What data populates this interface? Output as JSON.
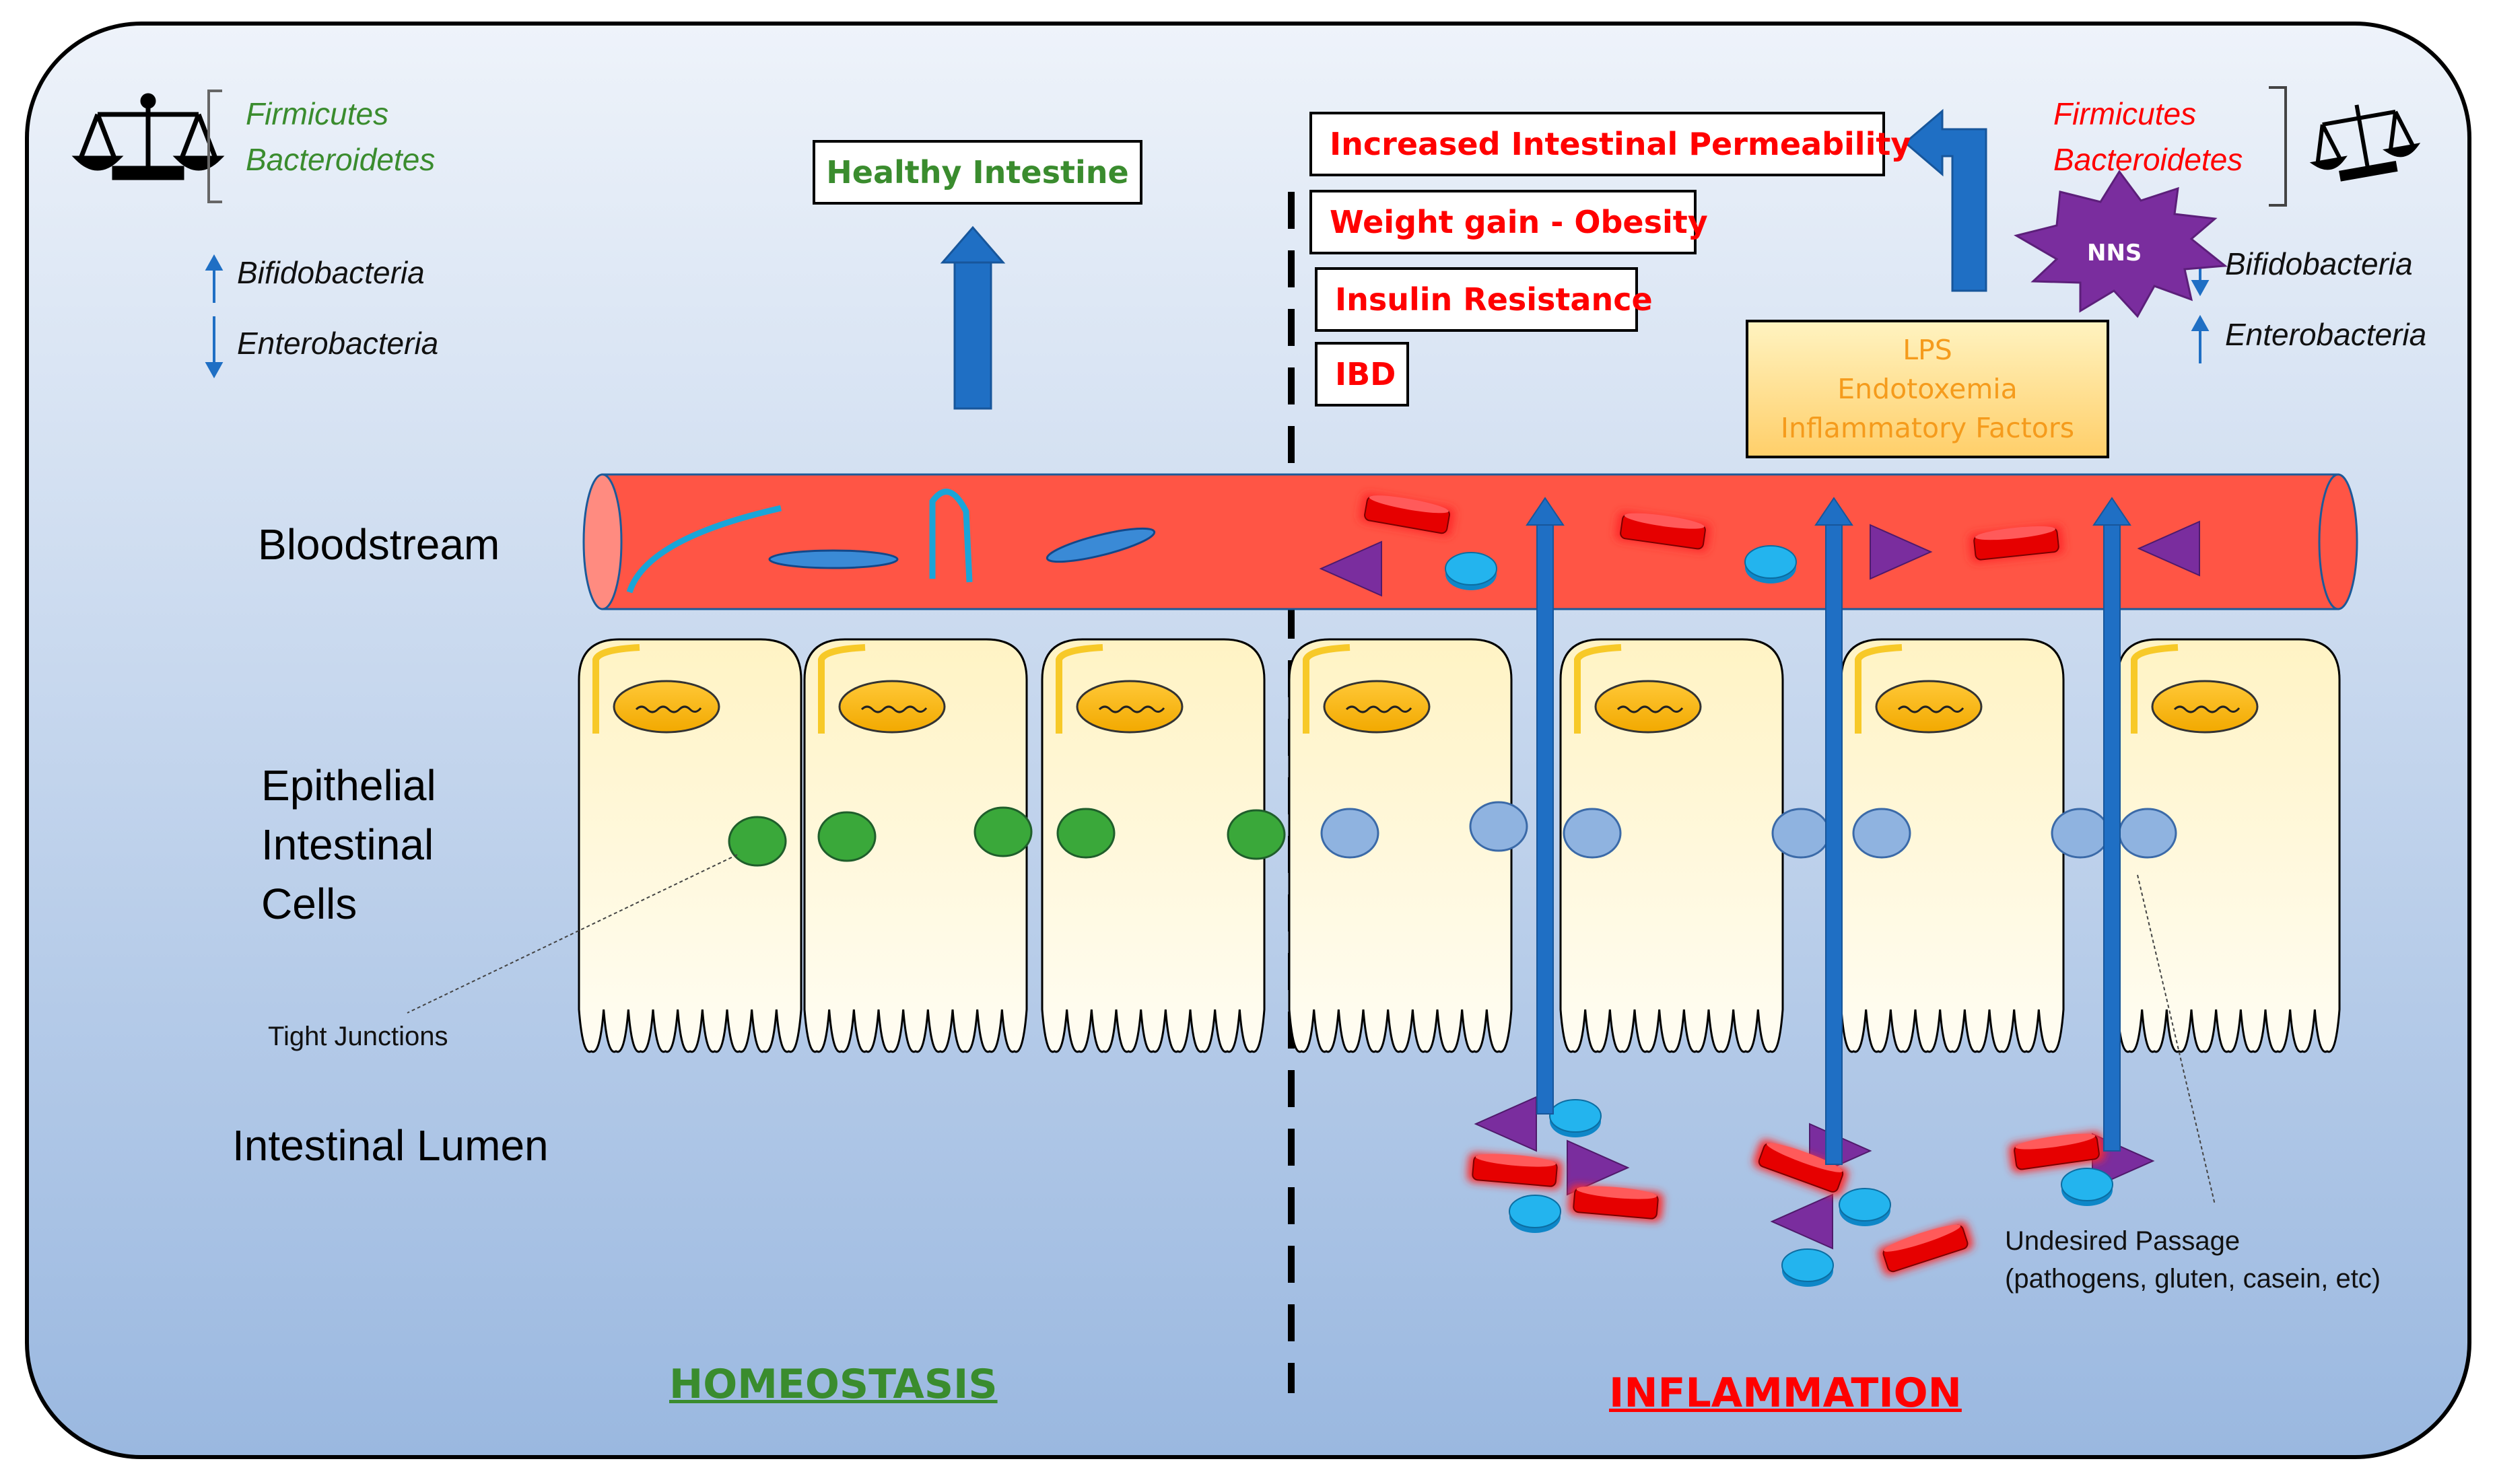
{
  "left": {
    "balance_top": "Firmicutes",
    "balance_bottom": "Bacteroidetes",
    "bacteria_up": "Bifidobacteria",
    "bacteria_down": "Enterobacteria",
    "outcome": "Healthy Intestine",
    "state": "HOMEOSTASIS"
  },
  "right": {
    "balance_top": "Firmicutes",
    "balance_bottom": "Bacteroidetes",
    "bacteria_down": "Bifidobacteria",
    "bacteria_up": "Enterobacteria",
    "nns": "NNS",
    "outcomes": [
      "Increased Intestinal Permeability",
      "Weight gain - Obesity",
      "Insulin Resistance",
      "IBD"
    ],
    "lps_lines": [
      "LPS",
      "Endotoxemia",
      "Inflammatory Factors"
    ],
    "state": "INFLAMMATION",
    "passage_line1": "Undesired Passage",
    "passage_line2": "(pathogens, gluten, casein, etc)"
  },
  "layers": {
    "bloodstream": "Bloodstream",
    "epithelial_1": "Epithelial",
    "epithelial_2": "Intestinal",
    "epithelial_3": "Cells",
    "lumen": "Intestinal Lumen",
    "tight_junctions": "Tight Junctions"
  },
  "colors": {
    "vessel": "#ff5545",
    "homeostasis": "#3a8c2e",
    "inflammation": "#ff0000",
    "arrow": "#1f6fc4",
    "nns": "#7a2d9e",
    "junction_healthy": "#3aa83a",
    "junction_leaky": "#8fb3e0"
  }
}
